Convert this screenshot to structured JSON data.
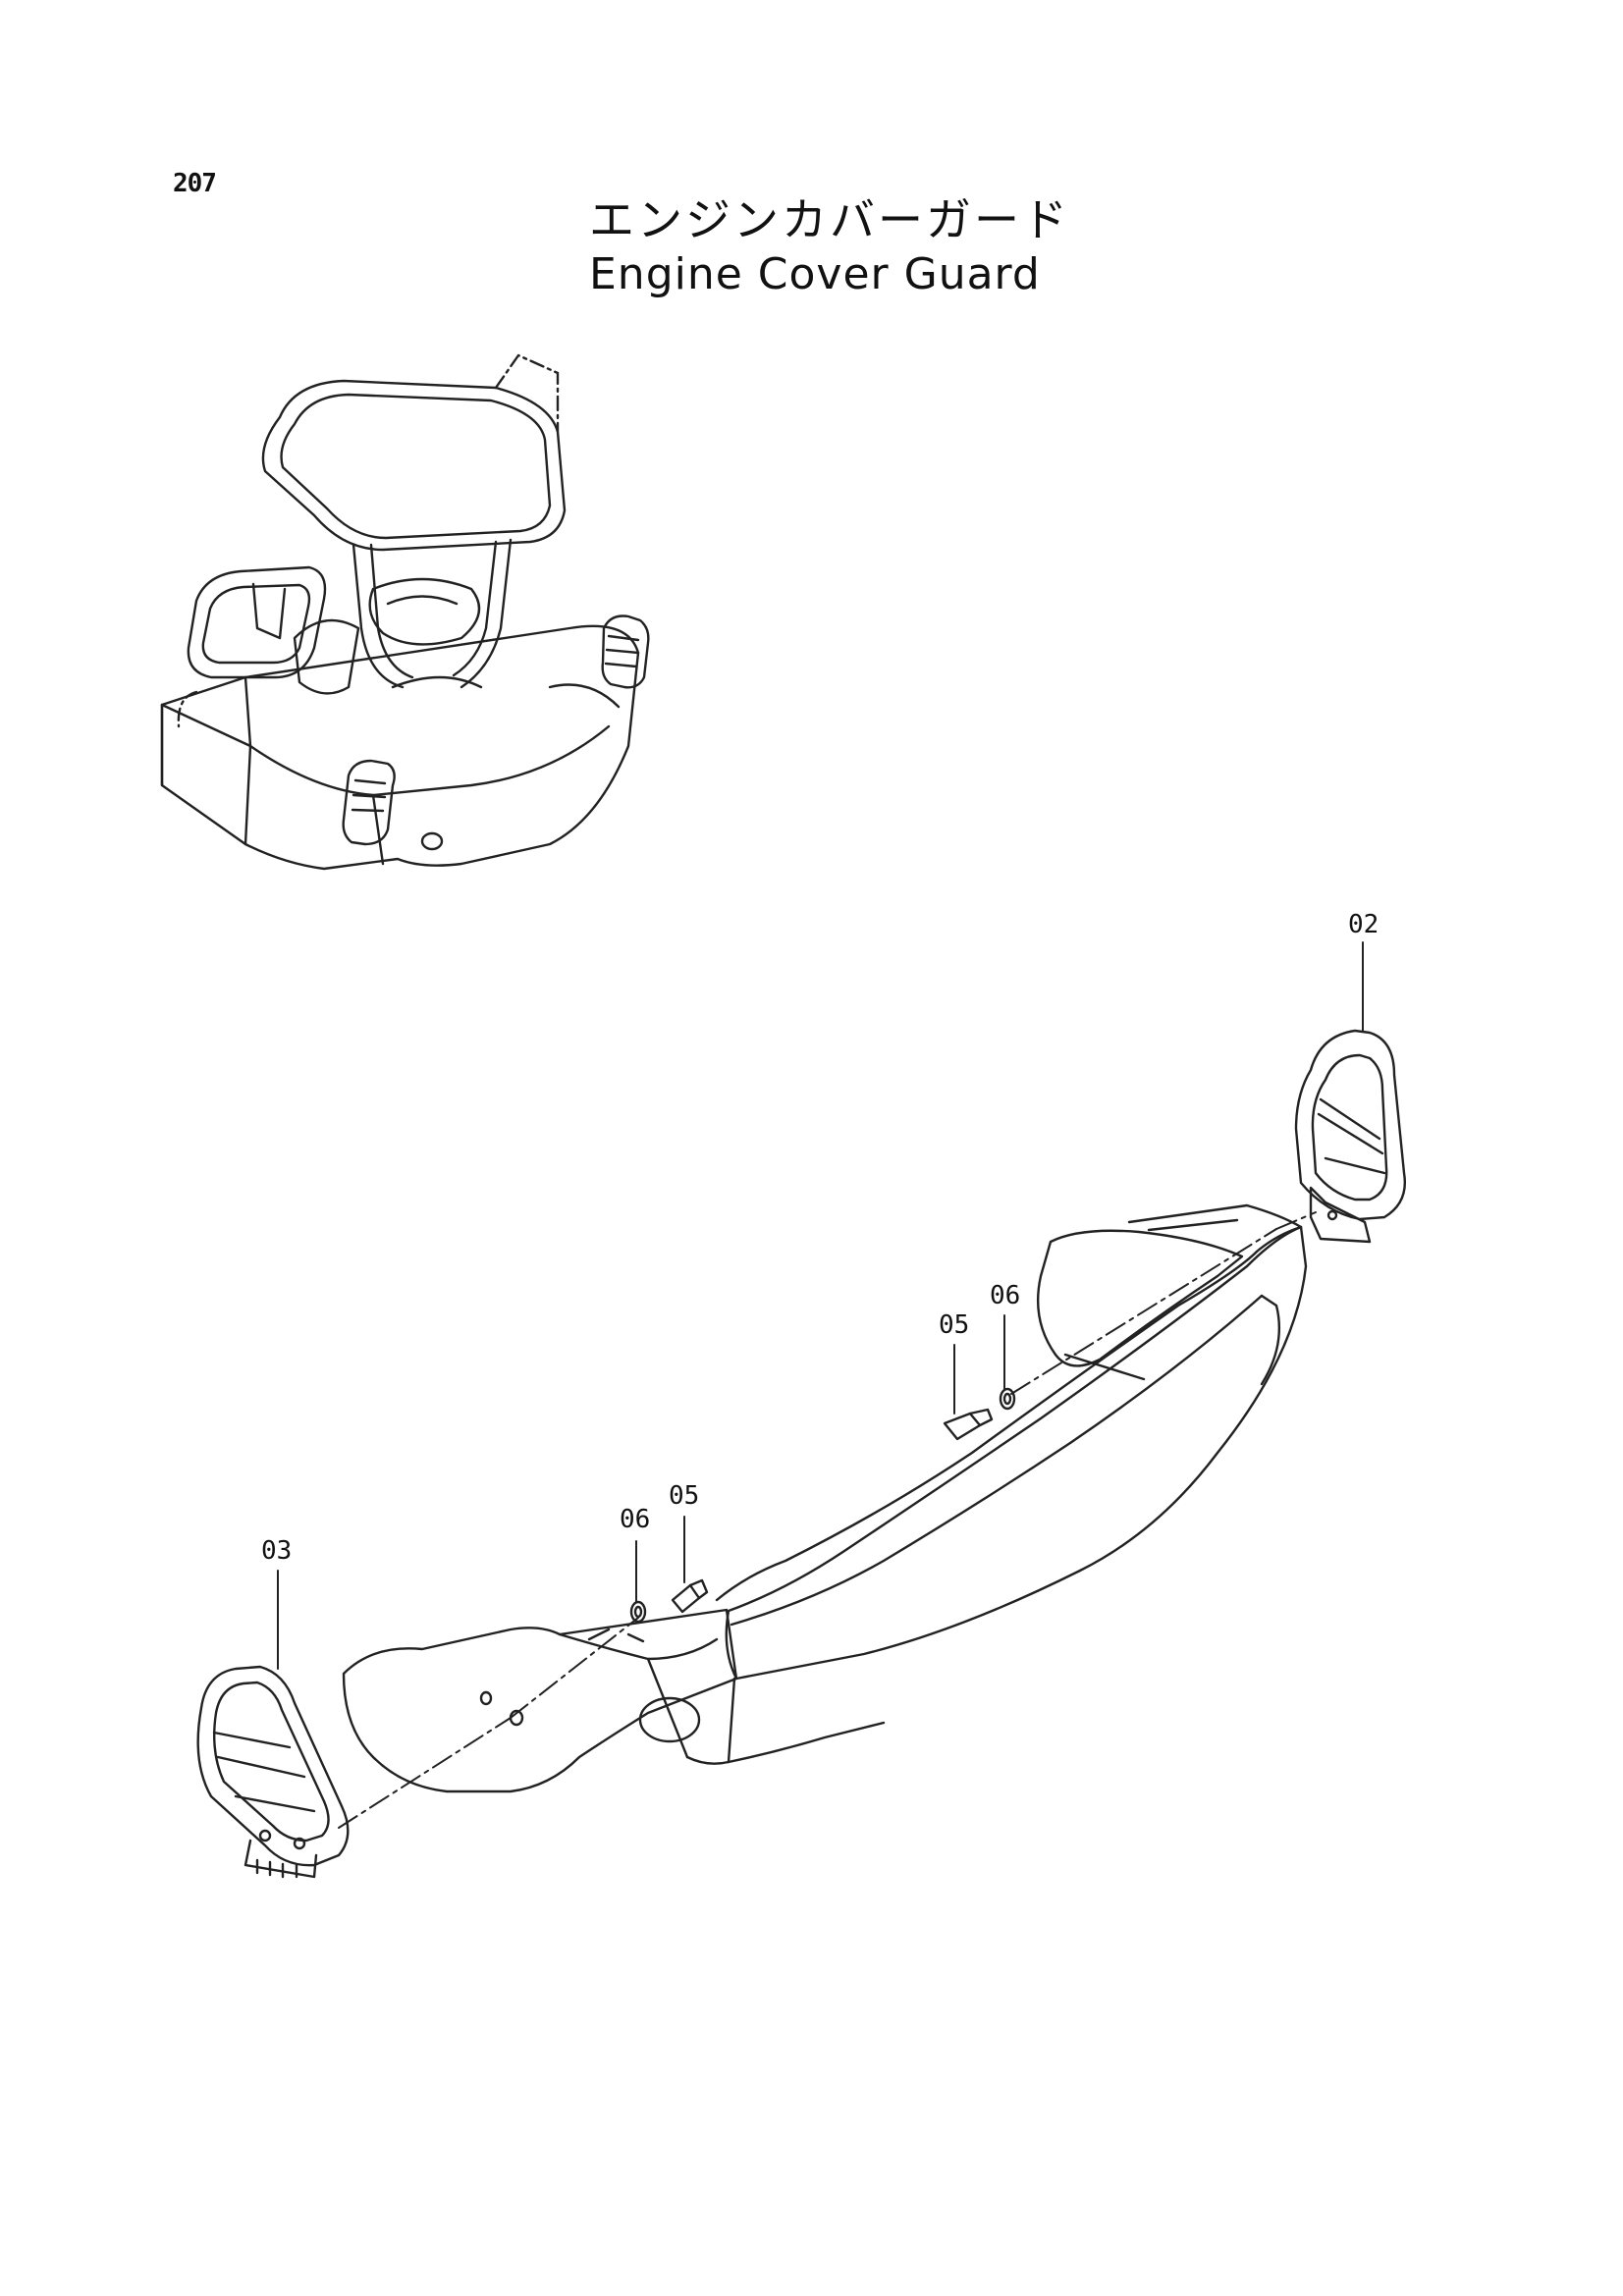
{
  "page": {
    "number": "207",
    "title_jp": "エンジンカバーガード",
    "title_en": "Engine Cover Guard"
  },
  "callouts": {
    "c02": "02",
    "c03": "03",
    "c05_upper": "05",
    "c06_upper": "06",
    "c05_lower": "05",
    "c06_lower": "06"
  }
}
